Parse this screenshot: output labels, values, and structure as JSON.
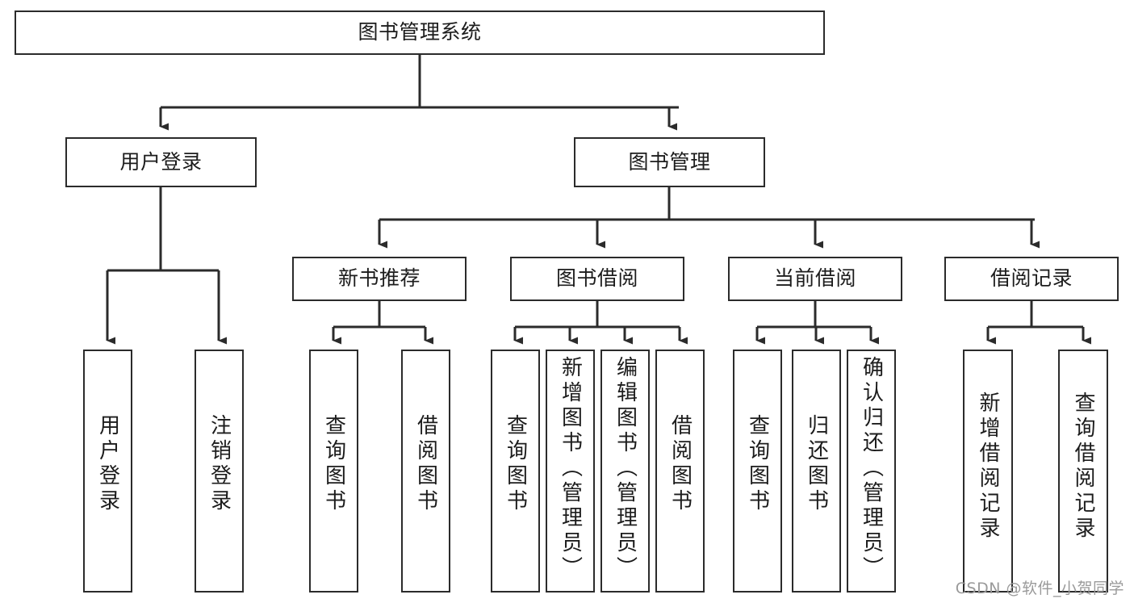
{
  "diagram": {
    "type": "tree-hierarchy",
    "title": "图书管理系统",
    "root": {
      "label": "图书管理系统"
    },
    "level1": [
      {
        "label": "用户登录"
      },
      {
        "label": "图书管理"
      }
    ],
    "level2": [
      {
        "label": "新书推荐"
      },
      {
        "label": "图书借阅"
      },
      {
        "label": "当前借阅"
      },
      {
        "label": "借阅记录"
      }
    ],
    "leaves": {
      "user_login": [
        {
          "label": "用户登录"
        },
        {
          "label": "注销登录"
        }
      ],
      "new_book_recommend": [
        {
          "label": "查询图书"
        },
        {
          "label": "借阅图书"
        }
      ],
      "book_borrow": [
        {
          "label": "查询图书"
        },
        {
          "label": "新增图书（管理员）"
        },
        {
          "label": "编辑图书（管理员）"
        },
        {
          "label": "借阅图书"
        }
      ],
      "current_borrow": [
        {
          "label": "查询图书"
        },
        {
          "label": "归还图书"
        },
        {
          "label": "确认归还（管理员）"
        }
      ],
      "borrow_record": [
        {
          "label": "新增借阅记录"
        },
        {
          "label": "查询借阅记录"
        }
      ]
    },
    "watermark": "CSDN @软件_小贺同学",
    "colors": {
      "stroke": "#2b2b2b",
      "fill": "#ffffff",
      "text": "#1c1c1c",
      "watermark": "#9a9a9a"
    }
  }
}
